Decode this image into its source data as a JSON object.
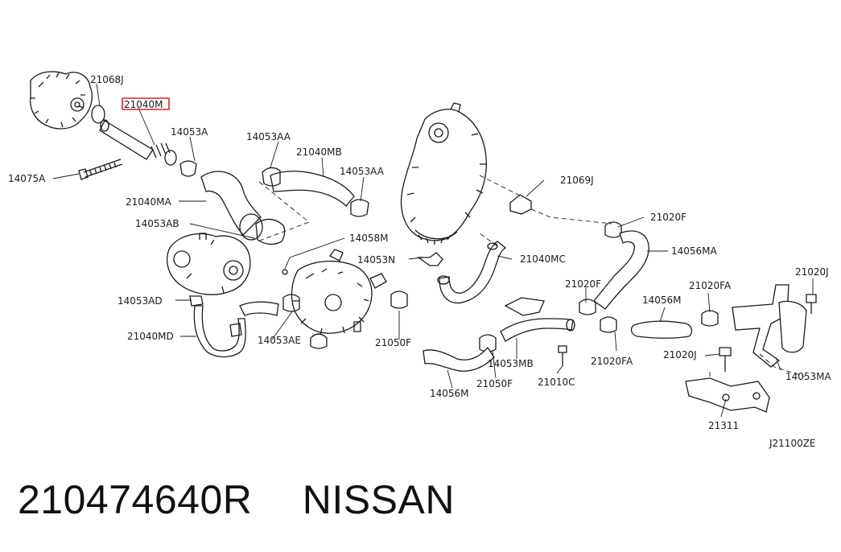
{
  "diagram": {
    "code": "J21100ZE",
    "highlighted_part": "21040M",
    "highlight_color": "#e0202a",
    "labels": [
      "21068J",
      "21040M",
      "14053A",
      "14075A",
      "14053AA",
      "21040MB",
      "14053AA",
      "21040MA",
      "14053AB",
      "14058M",
      "14053N",
      "21040MC",
      "21069J",
      "21020F",
      "14056MA",
      "14053AD",
      "21040MD",
      "14053AE",
      "21050F",
      "21020F",
      "14056M",
      "21020FA",
      "21020J",
      "21020FA",
      "14053MB",
      "21050F",
      "21010C",
      "14056M",
      "21020J",
      "14053MA",
      "21311"
    ]
  },
  "caption": {
    "part_number": "210474640R",
    "brand": "NISSAN"
  }
}
